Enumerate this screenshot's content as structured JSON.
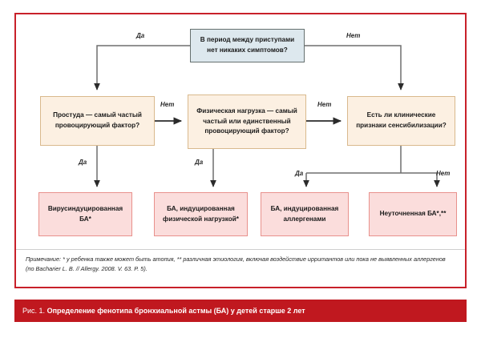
{
  "figure": {
    "caption_number": "Рис. 1.",
    "caption_title": "Определение фенотипа бронхиальной астмы (БА) у детей старше 2 лет",
    "frame_color": "#c8202a",
    "caption_bar_color": "#c0181f"
  },
  "nodes": {
    "top_question": {
      "line1": "В период между приступами",
      "line2": "нет никаких симптомов?",
      "fill": "#dde8ee",
      "border": "#66706f"
    },
    "cold": {
      "line1": "Простуда — самый частый",
      "line2": "провоцирующий фактор?",
      "fill": "#fcf0e2",
      "border": "#d9b98d"
    },
    "exercise": {
      "line1": "Физическая нагрузка — самый",
      "line2": "частый или единственный",
      "line3": "провоцирующий фактор?",
      "fill": "#fcf0e2",
      "border": "#d9b98d"
    },
    "sensitization": {
      "line1": "Есть ли клинические",
      "line2": "признаки сенсибилизации?",
      "fill": "#fcf0e2",
      "border": "#d9b98d"
    }
  },
  "outcomes": {
    "viral": {
      "line1": "Вирусиндуцированная",
      "line2": "БА*",
      "fill": "#fbdddc",
      "border": "#e8918c"
    },
    "exercise_induced": {
      "line1": "БА, индуцированная",
      "line2": "физической нагрузкой*",
      "fill": "#fbdddc",
      "border": "#e8918c"
    },
    "allergen_induced": {
      "line1": "БА, индуцированная",
      "line2": "аллергенами",
      "fill": "#fbdddc",
      "border": "#e8918c"
    },
    "unspecified": {
      "line1": "Неуточненная БА*,**",
      "line2": "",
      "fill": "#fbdddc",
      "border": "#e8918c"
    }
  },
  "edge_labels": {
    "top_yes": "Да",
    "top_no": "Нет",
    "cold_no": "Нет",
    "cold_yes": "Да",
    "exercise_no": "Нет",
    "exercise_yes": "Да",
    "sensitization_yes": "Да",
    "sensitization_no": "Нет"
  },
  "footnote": {
    "line1": "Примечание: * у ребенка также может быть атопия, ** различная этиология, включая воздействие ирритантов или пока не выявленных аллергенов",
    "line2": "(по Bacharier L. B. // Allergy. 2008. V. 63. P. 5)."
  }
}
